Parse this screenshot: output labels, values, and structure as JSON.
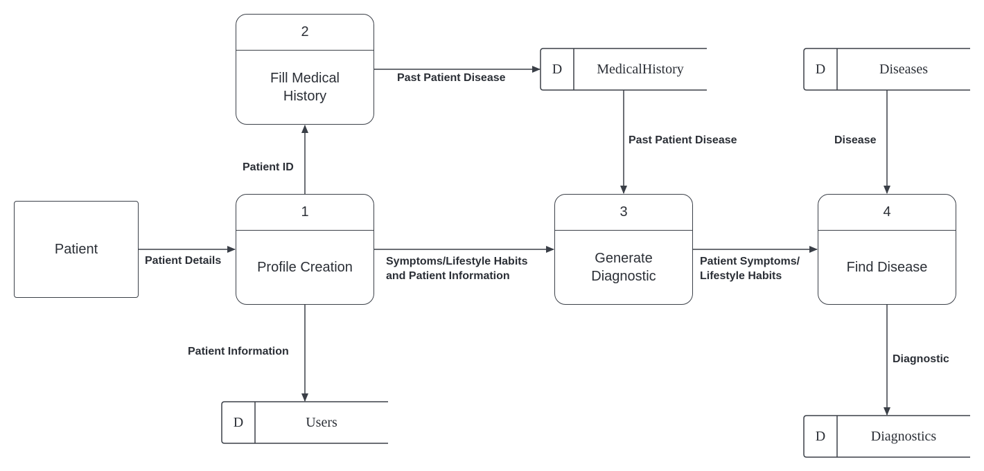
{
  "external_entity": {
    "label": "Patient"
  },
  "processes": [
    {
      "number": "1",
      "name": "Profile Creation"
    },
    {
      "number": "2",
      "name": "Fill Medical History"
    },
    {
      "number": "3",
      "name": "Generate Diagnostic"
    },
    {
      "number": "4",
      "name": "Find Disease"
    }
  ],
  "data_stores": [
    {
      "id": "D",
      "name": "MedicalHistory"
    },
    {
      "id": "D",
      "name": "Diseases"
    },
    {
      "id": "D",
      "name": "Users"
    },
    {
      "id": "D",
      "name": "Diagnostics"
    }
  ],
  "flows": {
    "patient_details": "Patient Details",
    "patient_id": "Patient ID",
    "past_patient_disease_to_store": "Past Patient Disease",
    "past_patient_disease_from_store": "Past Patient Disease",
    "symptoms_line1": "Symptoms/Lifestyle Habits",
    "symptoms_line2": "and Patient Information",
    "patient_symptoms_line1": "Patient Symptoms/",
    "patient_symptoms_line2": "Lifestyle Habits",
    "disease": "Disease",
    "patient_information": "Patient Information",
    "diagnostic": "Diagnostic"
  },
  "colors": {
    "stroke": "#3a3f47",
    "text": "#2b2f36",
    "background": "#ffffff"
  }
}
